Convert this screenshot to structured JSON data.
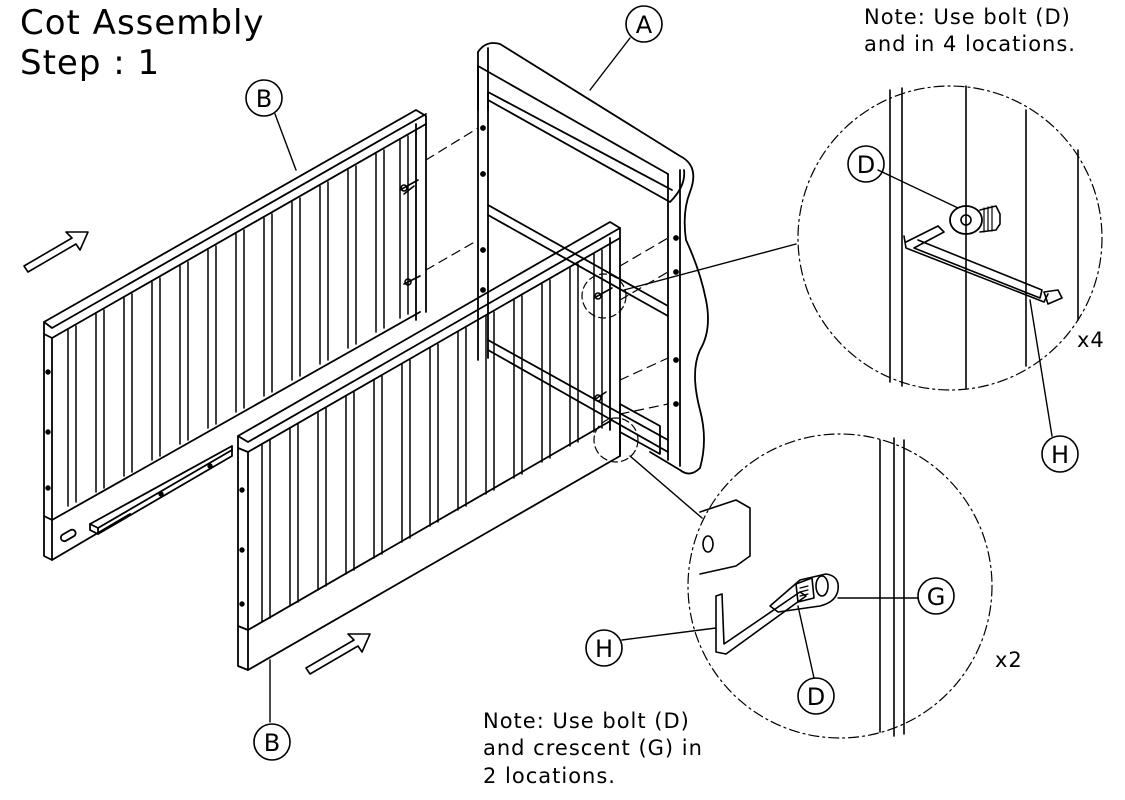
{
  "title": {
    "line1": "Cot Assembly",
    "line2": "Step : 1"
  },
  "note_top": {
    "line1": "Note: Use bolt (D)",
    "line2": "and in 4 locations."
  },
  "note_bottom": {
    "line1": "Note: Use bolt (D)",
    "line2": "and crescent (G) in",
    "line3": "2 locations."
  },
  "labels": {
    "A": "A",
    "B_top": "B",
    "B_bottom": "B",
    "D_top": "D",
    "D_bottom": "D",
    "H_top": "H",
    "H_bottom": "H",
    "G": "G"
  },
  "quantities": {
    "top": "x4",
    "bottom": "x2"
  }
}
